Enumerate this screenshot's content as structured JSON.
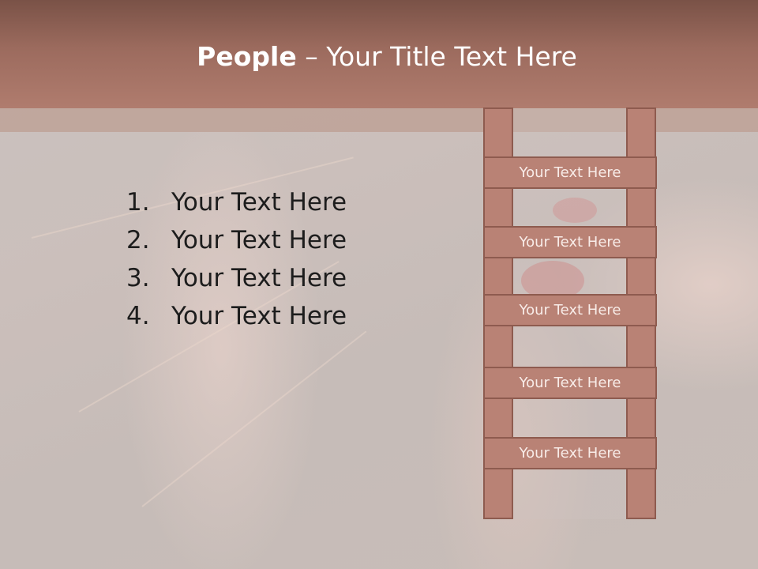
{
  "slide": {
    "title_bold": "People",
    "title_rest": " – Your Title Text Here"
  },
  "list": {
    "items": [
      {
        "number": "1.",
        "text": "Your Text Here"
      },
      {
        "number": "2.",
        "text": "Your Text Here"
      },
      {
        "number": "3.",
        "text": "Your Text Here"
      },
      {
        "number": "4.",
        "text": "Your Text Here"
      }
    ]
  },
  "ladder": {
    "rungs": [
      "Your Text Here",
      "Your Text Here",
      "Your Text Here",
      "Your Text Here",
      "Your Text Here"
    ]
  },
  "colors": {
    "header": "#9c6b5e",
    "ladder_fill": "#b98275",
    "ladder_border": "#8e5b4f",
    "title_text": "#ffffff",
    "body_text": "#1d1d1d"
  }
}
